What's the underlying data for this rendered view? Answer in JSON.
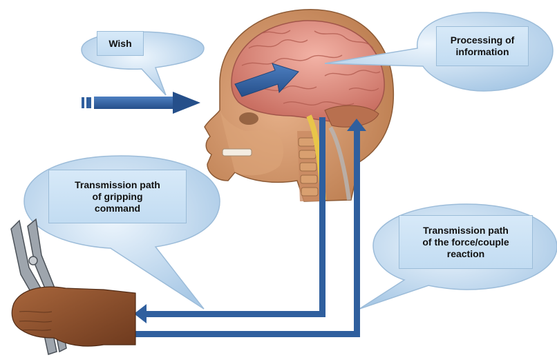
{
  "labels": {
    "wish": "Wish",
    "processing": "Processing of\ninformation",
    "gripping_path": "Transmission path\nof gripping\ncommand",
    "reaction_path": "Transmission path\nof the force/couple\nreaction"
  },
  "colors": {
    "arrow": "#2f5f9e",
    "arrow_dark": "#1f4478",
    "bubble_fill": "#cfe3f5",
    "bubble_stroke": "#8fb2d3",
    "skin": "#d99a6c",
    "brain": "#e79b8f",
    "hand": "#8a4f2c"
  },
  "icons": [
    "human-head-anatomy-illustration",
    "hand-holding-locking-pliers-illustration",
    "signal-arrow-icon"
  ]
}
